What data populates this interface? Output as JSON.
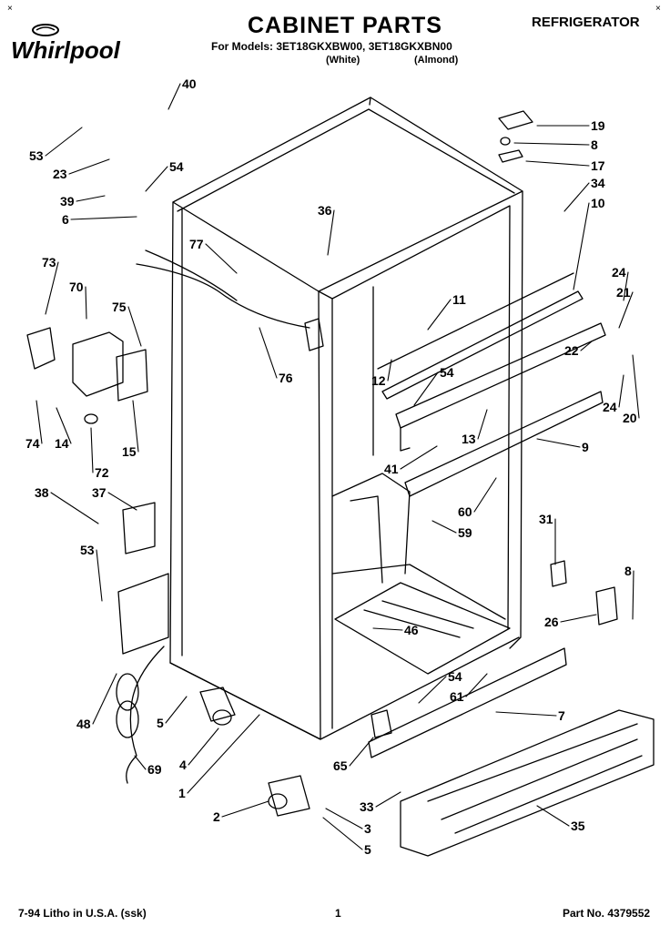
{
  "header": {
    "brand": "Whirlpool",
    "title": "CABINET PARTS",
    "models_line": "For Models: 3ET18GKXBW00, 3ET18GKXBN00",
    "color_white": "(White)",
    "color_almond": "(Almond)",
    "product": "REFRIGERATOR",
    "corner_mark": "×"
  },
  "footer": {
    "litho": "7-94 Litho in U.S.A. (ssk)",
    "page_number": "1",
    "part_number": "Part No. 4379552"
  },
  "callouts": [
    "40",
    "53",
    "23",
    "54",
    "39",
    "6",
    "73",
    "70",
    "75",
    "74",
    "14",
    "72",
    "15",
    "77",
    "76",
    "36",
    "19",
    "8",
    "17",
    "34",
    "10",
    "24",
    "21",
    "11",
    "12",
    "54",
    "22",
    "20",
    "24",
    "9",
    "13",
    "41",
    "60",
    "59",
    "38",
    "37",
    "53",
    "31",
    "8",
    "26",
    "46",
    "48",
    "54",
    "61",
    "7",
    "5",
    "4",
    "1",
    "69",
    "65",
    "2",
    "33",
    "3",
    "5",
    "35"
  ],
  "colors": {
    "ink": "#000000",
    "paper": "#ffffff"
  }
}
